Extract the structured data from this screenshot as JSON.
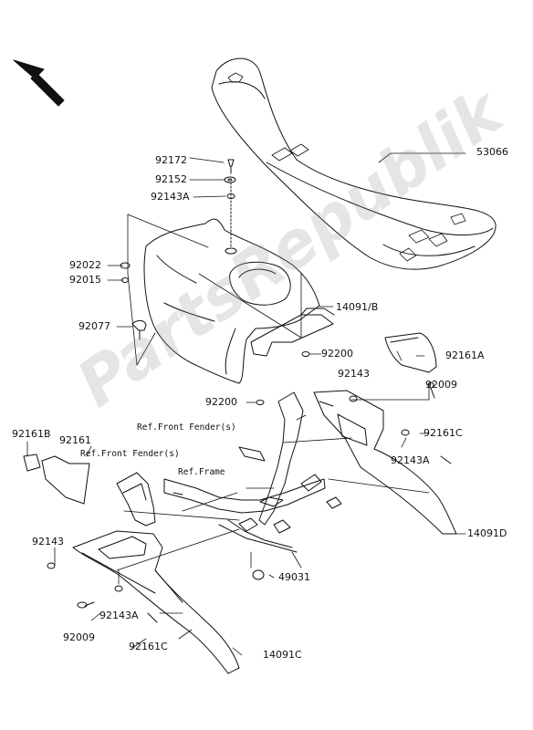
{
  "watermark": "PartsRepublik",
  "part_labels": {
    "p53066": "53066",
    "p92172": "92172",
    "p92152": "92152",
    "p92143A_top": "92143A",
    "p92022": "92022",
    "p92015": "92015",
    "p14091B": "14091/B",
    "p92077": "92077",
    "p92200_right": "92200",
    "p92161A": "92161A",
    "p92143_mid": "92143",
    "p92009_right": "92009",
    "p92200_mid": "92200",
    "p92161B": "92161B",
    "p92161": "92161",
    "p92161C_right": "92161C",
    "p92143A_right": "92143A",
    "p14091D": "14091D",
    "p92143_left": "92143",
    "p49031": "49031",
    "p92143A_left": "92143A",
    "p92009_left": "92009",
    "p92161C_left": "92161C",
    "p14091C": "14091C"
  },
  "ref_labels": {
    "front_fender_right": "Ref.Front Fender(s)",
    "front_fender_left": "Ref.Front Fender(s)",
    "frame": "Ref.Frame"
  }
}
